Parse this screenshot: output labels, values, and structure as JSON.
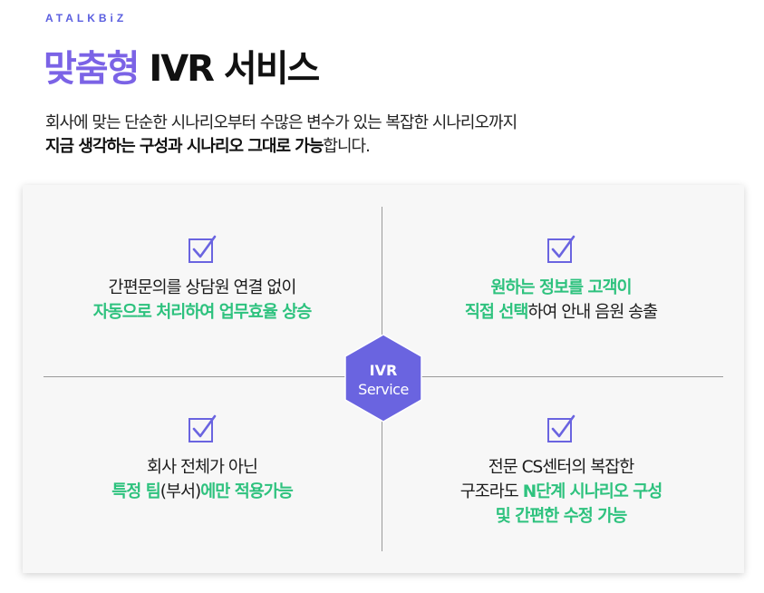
{
  "brand": "ATALKBiZ",
  "title": {
    "accent": "맞춤형",
    "rest": " IVR 서비스"
  },
  "subtitle": {
    "line1": "회사에 맞는 단순한 시나리오부터 수많은 변수가 있는 복잡한 시나리오까지",
    "line2_bold": "지금 생각하는 구성과 시나리오 그대로 가능",
    "line2_rest": "합니다."
  },
  "center": {
    "line1": "IVR",
    "line2": "Service"
  },
  "colors": {
    "accent": "#7b63e6",
    "hexagon": "#6a64e0",
    "green": "#2ec27e",
    "brand": "#5b5fe0"
  },
  "quadrants": {
    "q1": {
      "line1": "간편문의를 상담원 연결 없이",
      "line2": "자동으로 처리하여 업무효율 상승"
    },
    "q2": {
      "line1": "원하는 정보를 고객이",
      "line2_green": "직접 선택",
      "line2_rest": "하여 안내 음원 송출"
    },
    "q3": {
      "line1": "회사 전체가 아닌",
      "line2_a": "특정 팀",
      "line2_b": "(부서)",
      "line2_c": "에만 적용가능"
    },
    "q4": {
      "line1": "전문 CS센터의 복잡한",
      "line2_a": "구조라도 ",
      "line2_b": "N단계 시나리오 구성",
      "line3": "및 간편한 수정 가능"
    }
  },
  "icons": {
    "check": "checkbox-check-icon"
  }
}
